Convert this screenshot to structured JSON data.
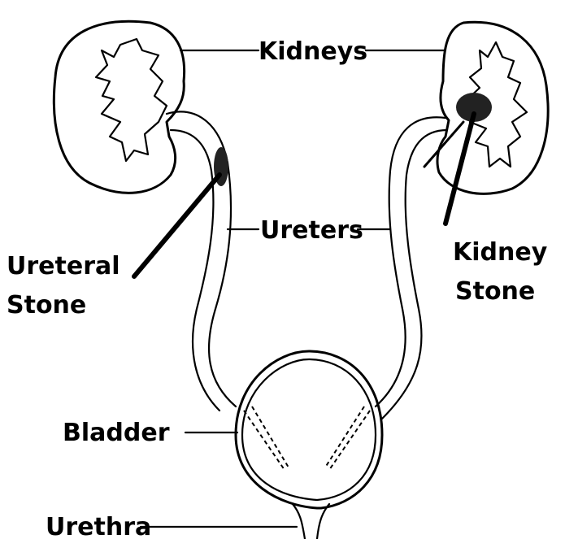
{
  "labels": {
    "kidneys": "Kidneys",
    "ureters": "Ureters",
    "ureteral_stone_line1": "Ureteral",
    "ureteral_stone_line2": "Stone",
    "kidney_stone_line1": "Kidney",
    "kidney_stone_line2": "Stone",
    "bladder": "Bladder",
    "urethra": "Urethra"
  }
}
